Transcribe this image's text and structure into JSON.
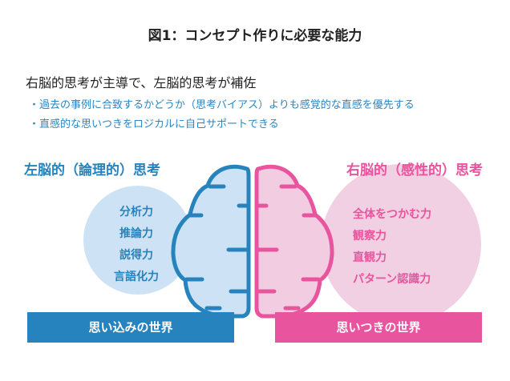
{
  "title": "図1：コンセプト作りに必要な能力",
  "subtitle": "右脳的思考が主導で、左脳的思考が補佐",
  "bullets": [
    "・過去の事例に合致するかどうか（思考バイアス）よりも感覚的な直感を優先する",
    "・直感的な思いつきをロジカルに自己サポートできる"
  ],
  "left": {
    "heading": "左脳的（論理的）思考",
    "items": [
      "分析力",
      "推論力",
      "説得力",
      "言語化力"
    ],
    "footer": "思い込みの世界",
    "color": "#2683bd"
  },
  "right": {
    "heading": "右脳的（感性的）思考",
    "items": [
      "全体をつかむ力",
      "観察力",
      "直観力",
      "パターン認識力"
    ],
    "footer": "思いつきの世界",
    "color": "#e8549e"
  }
}
